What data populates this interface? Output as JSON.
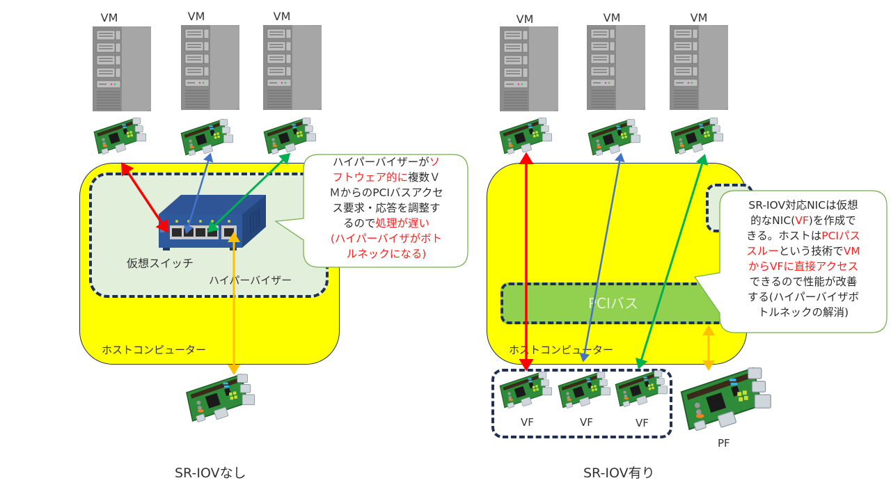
{
  "left_panel": {
    "caption": "SR-IOVなし",
    "vms": [
      {
        "label": "VM"
      },
      {
        "label": "VM"
      },
      {
        "label": "VM"
      }
    ],
    "host_label": "ホストコンピューター",
    "hypervisor_label": "ハイパーバイザー",
    "switch_label": "仮想スイッチ",
    "callout": {
      "segments": [
        {
          "text": "ハイパーバイザーが",
          "highlight": false
        },
        {
          "text": "ソフトウェア的に",
          "highlight": true
        },
        {
          "text": "複数ＶＭからのPCIバスアクセス要求・応答を調整するので",
          "highlight": false
        },
        {
          "text": "処理が遅い(ハイパーバイザがボトルネックになる)",
          "highlight": true
        }
      ],
      "lines": [
        [
          {
            "t": "ハイパーバイザーが",
            "h": false
          },
          {
            "t": "ソ",
            "h": true
          }
        ],
        [
          {
            "t": "フトウェア的に",
            "h": true
          },
          {
            "t": "複数Ｖ",
            "h": false
          }
        ],
        [
          {
            "t": "ＭからのPCIバスアクセ",
            "h": false
          }
        ],
        [
          {
            "t": "ス要求・応答を調整す",
            "h": false
          }
        ],
        [
          {
            "t": "るので",
            "h": false
          },
          {
            "t": "処理が遅い",
            "h": true
          }
        ],
        [
          {
            "t": "(ハイパーバイザがボト",
            "h": true
          }
        ],
        [
          {
            "t": "ルネックになる)",
            "h": true
          }
        ]
      ]
    }
  },
  "right_panel": {
    "caption": "SR-IOV有り",
    "vms": [
      {
        "label": "VM"
      },
      {
        "label": "VM"
      },
      {
        "label": "VM"
      }
    ],
    "host_label": "ホストコンピューター",
    "pci_bus_label": "PCIバス",
    "vf_labels": [
      "VF",
      "VF",
      "VF"
    ],
    "pf_label": "PF",
    "callout": {
      "lines": [
        [
          {
            "t": "SR-IOV対応NICは仮想",
            "h": false
          }
        ],
        [
          {
            "t": "的なNIC(",
            "h": false
          },
          {
            "t": "VF",
            "h": true
          },
          {
            "t": ")を作成で",
            "h": false
          }
        ],
        [
          {
            "t": "きる。ホストは",
            "h": false
          },
          {
            "t": "PCIパス",
            "h": true
          }
        ],
        [
          {
            "t": "スルー",
            "h": true
          },
          {
            "t": "という技術で",
            "h": false
          },
          {
            "t": "VM",
            "h": true
          }
        ],
        [
          {
            "t": "からVFに直接アクセス",
            "h": true
          }
        ],
        [
          {
            "t": "できるので性能が改善",
            "h": false
          }
        ],
        [
          {
            "t": "する(ハイパーバイザボ",
            "h": false
          }
        ],
        [
          {
            "t": "トルネックの解消)",
            "h": false
          }
        ]
      ]
    }
  },
  "colors": {
    "host_fill": "#ffff00",
    "hypervisor_fill": "#e2efda",
    "pci_bus_fill": "#92d050",
    "dash_border": "#1f3050",
    "arrow_red": "#ff0000",
    "arrow_blue": "#4472c4",
    "arrow_green": "#00b050",
    "arrow_orange": "#ffc000",
    "highlight_text": "#ff2020",
    "callout_border": "#70ad47"
  }
}
